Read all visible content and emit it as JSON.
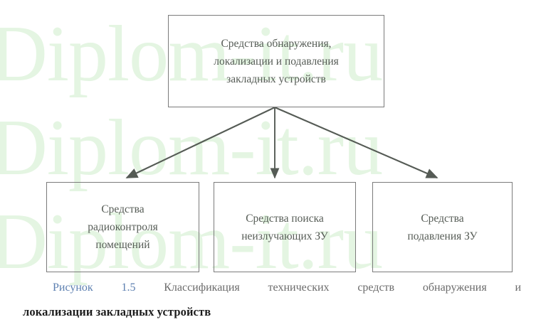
{
  "figure": {
    "title": "Классификация технических средств обнаружения и локализации закладных устройств",
    "root": {
      "label": "Средства обнаружения,\nлокализации и подавления\nзакладных устройств"
    },
    "children": [
      {
        "id": "radio",
        "label": "Средства\nрадиоконтроля\nпомещений"
      },
      {
        "id": "search",
        "label": "Средства поиска\nнеизлучающих ЗУ"
      },
      {
        "id": "suppress",
        "label": "Средства\nподавления ЗУ"
      }
    ],
    "colors": {
      "box_border": "#7b7b7b",
      "box_text": "#565c56",
      "arrow": "#555b55",
      "caption_number": "#5c7fb0",
      "caption_text": "#6b6b6b",
      "caption_line2": "#1c1c1c",
      "watermark": "#e4f5e2"
    }
  },
  "caption": {
    "number": "Рисунок 1.5",
    "line1_rest": "Классификация технических средств обнаружения и",
    "line2": "локализации закладных устройств"
  },
  "watermark": {
    "text": "Diplom-it.ru"
  }
}
